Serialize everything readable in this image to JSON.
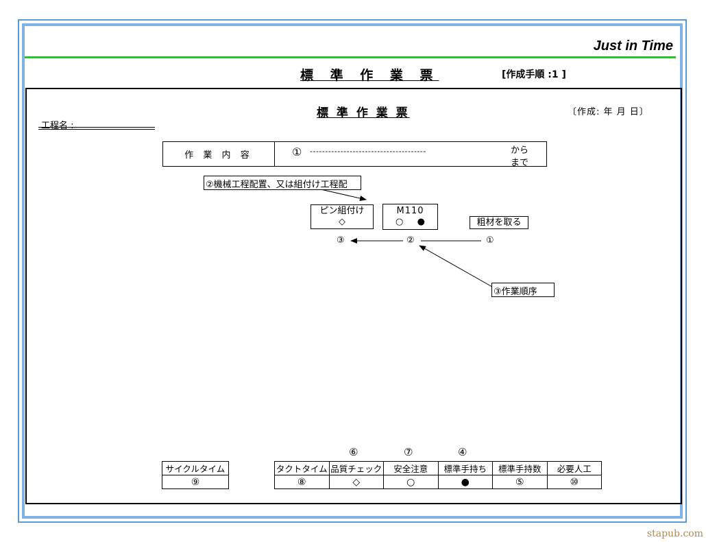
{
  "header": {
    "brand": "Just  in Time",
    "title": "標 準 作 業 票",
    "procedure": "[作成手順 :1 ]"
  },
  "sheet": {
    "title": "標 準 作 業 票",
    "created": "〔作成:   年   月   日〕",
    "process_name_label": "工程名 :",
    "work_content_label": "作 業 内 容",
    "work_content_marker": "①",
    "work_content_dashes": "--------------------------------------",
    "from_label": "から",
    "to_label": "まで"
  },
  "diagram": {
    "callout_layout": "②機械工程配置、又は組付け工程配",
    "station_pin": {
      "label": "ピン組付け",
      "symbol": "◇"
    },
    "station_machine": {
      "label": "M110",
      "symbols": [
        "○",
        "●"
      ]
    },
    "raw_material": "粗材を取る",
    "flow_nodes": [
      "③",
      "②",
      "①"
    ],
    "callout_order": "③作業順序"
  },
  "cycle": {
    "header": "サイクルタイム",
    "value": "⑨"
  },
  "summary": {
    "markers": [
      "⑥",
      "⑦",
      "④"
    ],
    "headers": [
      "タクトタイム",
      "品質チェック",
      "安全注意",
      "標準手持ち",
      "標準手持数",
      "必要人工"
    ],
    "values": [
      "⑧",
      "◇",
      "○",
      "●",
      "⑤",
      "⑩"
    ]
  },
  "watermark": "stapub.com"
}
